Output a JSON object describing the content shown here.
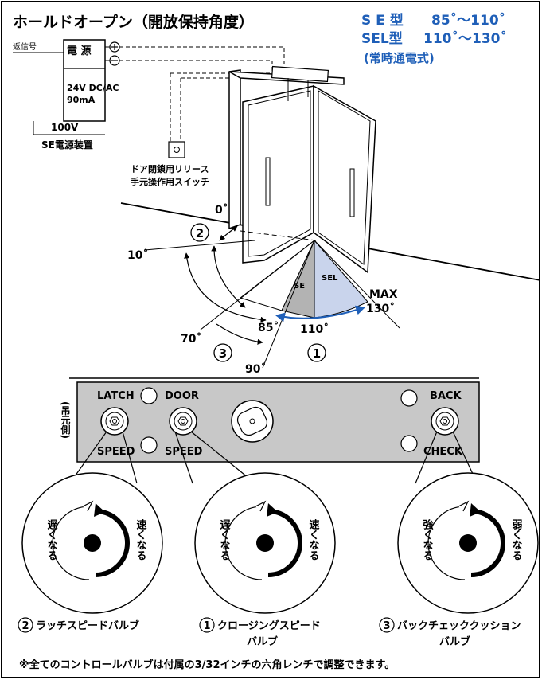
{
  "title": "ホールドオープン（開放保持角度）",
  "models": {
    "se_label": "S E 型",
    "se_range": "85˚〜110˚",
    "sel_label": "SEL型",
    "sel_range": "110˚〜130˚",
    "note": "(常時通電式)"
  },
  "power_box": {
    "return_signal": "返信号",
    "power": "電 源",
    "plus": "⊕",
    "minus": "⊖",
    "voltage": "24V DC/AC",
    "current": "90mA",
    "input": "100V",
    "device": "SE電源装置"
  },
  "switch": {
    "line1": "ドア閉鎖用リリース",
    "line2": "手元操作用スイッチ"
  },
  "angles": {
    "a0": "0˚",
    "a10": "10˚",
    "a70": "70˚",
    "a85": "85˚",
    "a90": "90˚",
    "a110": "110˚",
    "max": "MAX",
    "a130": "130˚",
    "se": "SE",
    "sel": "SEL",
    "n1": "1",
    "n2": "2",
    "n3": "3"
  },
  "panel": {
    "latch": "LATCH",
    "speed1": "SPEED",
    "door": "DOOR",
    "speed2": "SPEED",
    "back": "BACK",
    "check": "CHECK",
    "side": "(吊元側)"
  },
  "valves": [
    {
      "left": "遅くなる",
      "right": "速くなる",
      "num": "2",
      "name": "ラッチスピードバルブ",
      "name2": ""
    },
    {
      "left": "遅くなる",
      "right": "速くなる",
      "num": "1",
      "name": "クロージングスピード",
      "name2": "バルブ"
    },
    {
      "left": "強くなる",
      "right": "弱くなる",
      "num": "3",
      "name": "バックチェッククッション",
      "name2": "バルブ"
    }
  ],
  "footnote": "※全てのコントロールバルブは付属の3/32インチの六角レンチで調整できます。",
  "colors": {
    "accent_blue": "#1f5fb8",
    "sector_se": "#b3b3b3",
    "sector_sel": "#c9d4ec",
    "panel": "#c8c8c8"
  }
}
